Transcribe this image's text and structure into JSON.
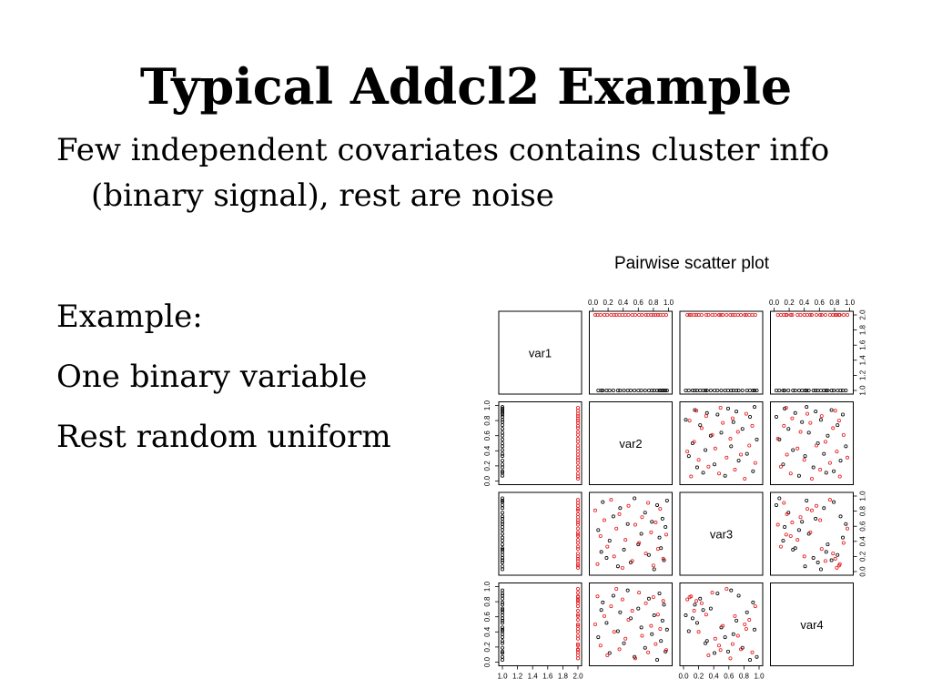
{
  "slide": {
    "title": "Typical Addcl2 Example",
    "intro": "Few independent covariates contains cluster info (binary signal), rest are noise",
    "example_label": "Example:",
    "line_binary": "One binary variable",
    "line_uniform": "Rest random uniform"
  },
  "chart_data": {
    "type": "scatter",
    "title": "Pairwise scatter plot",
    "variables": [
      "var1",
      "var2",
      "var3",
      "var4"
    ],
    "ranges": {
      "var1": [
        1.0,
        2.0
      ],
      "var2": [
        0.0,
        1.0
      ],
      "var3": [
        0.0,
        1.0
      ],
      "var4": [
        0.0,
        1.0
      ]
    },
    "ticks": {
      "var1": [
        "1.0",
        "1.2",
        "1.4",
        "1.6",
        "1.8",
        "2.0"
      ],
      "var2": [
        "0.0",
        "0.2",
        "0.4",
        "0.6",
        "0.8",
        "1.0"
      ],
      "var3": [
        "0.0",
        "0.2",
        "0.4",
        "0.6",
        "0.8",
        "1.0"
      ],
      "var4": [
        "0.0",
        "0.2",
        "0.4",
        "0.6",
        "0.8",
        "1.0"
      ]
    },
    "group_colors": {
      "1": "#000000",
      "2": "#e41a1c"
    },
    "marker": "open-circle",
    "legend": "none",
    "grid": false,
    "points": {
      "var1": [
        1,
        1,
        1,
        1,
        1,
        1,
        1,
        1,
        1,
        1,
        1,
        1,
        1,
        1,
        1,
        1,
        1,
        1,
        1,
        1,
        1,
        1,
        1,
        1,
        1,
        2,
        2,
        2,
        2,
        2,
        2,
        2,
        2,
        2,
        2,
        2,
        2,
        2,
        2,
        2,
        2,
        2,
        2,
        2,
        2,
        2,
        2,
        2,
        2,
        2
      ],
      "var2": [
        0.07,
        0.13,
        0.18,
        0.22,
        0.27,
        0.33,
        0.36,
        0.41,
        0.46,
        0.5,
        0.55,
        0.6,
        0.64,
        0.69,
        0.74,
        0.78,
        0.81,
        0.85,
        0.88,
        0.9,
        0.92,
        0.94,
        0.96,
        0.98,
        0.11,
        0.03,
        0.06,
        0.1,
        0.15,
        0.19,
        0.24,
        0.28,
        0.31,
        0.35,
        0.39,
        0.43,
        0.47,
        0.52,
        0.56,
        0.61,
        0.65,
        0.7,
        0.73,
        0.77,
        0.8,
        0.83,
        0.86,
        0.89,
        0.93,
        0.97
      ],
      "var3": [
        0.55,
        0.92,
        0.18,
        0.41,
        0.73,
        0.07,
        0.84,
        0.29,
        0.63,
        0.12,
        0.97,
        0.36,
        0.5,
        0.78,
        0.22,
        0.66,
        0.03,
        0.88,
        0.45,
        0.31,
        0.7,
        0.15,
        0.59,
        0.94,
        0.26,
        0.81,
        0.1,
        0.47,
        0.68,
        0.33,
        0.95,
        0.2,
        0.57,
        0.76,
        0.05,
        0.42,
        0.87,
        0.14,
        0.62,
        0.38,
        0.72,
        0.24,
        0.91,
        0.52,
        0.08,
        0.65,
        0.3,
        0.83,
        0.17,
        0.49
      ],
      "var4": [
        0.33,
        0.79,
        0.52,
        0.12,
        0.88,
        0.41,
        0.66,
        0.25,
        0.95,
        0.58,
        0.07,
        0.71,
        0.46,
        0.19,
        0.84,
        0.37,
        0.62,
        0.03,
        0.91,
        0.28,
        0.55,
        0.76,
        0.14,
        0.43,
        0.69,
        0.5,
        0.87,
        0.22,
        0.61,
        0.09,
        0.74,
        0.4,
        0.97,
        0.17,
        0.83,
        0.31,
        0.56,
        0.68,
        0.05,
        0.92,
        0.35,
        0.78,
        0.13,
        0.48,
        0.86,
        0.24,
        0.63,
        0.44,
        0.81,
        0.16
      ]
    }
  }
}
